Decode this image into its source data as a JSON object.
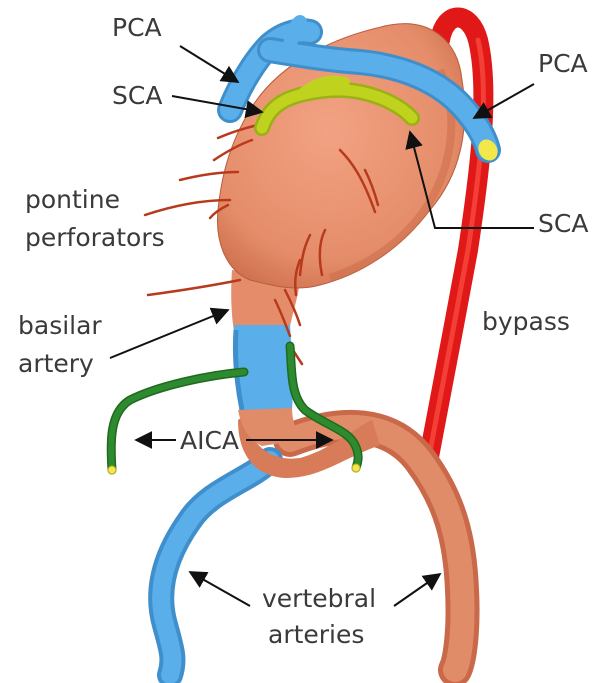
{
  "labels": {
    "pca_left": "PCA",
    "pca_right": "PCA",
    "sca_left": "SCA",
    "sca_right": "SCA",
    "pontine_line1": "pontine",
    "pontine_line2": "perforators",
    "basilar_line1": "basilar",
    "basilar_line2": "artery",
    "bypass": "bypass",
    "aica": "AICA",
    "vertebral_line1": "vertebral",
    "vertebral_line2": "arteries"
  },
  "colors": {
    "aneurysm": "#e8906e",
    "aneurysm_shadow": "#c9694a",
    "pca": "#5aaeea",
    "sca": "#bfd21e",
    "bypass": "#e01818",
    "aica": "#2e8a2e",
    "perforator": "#b83a1c",
    "vessel_end": "#f3e84a"
  }
}
